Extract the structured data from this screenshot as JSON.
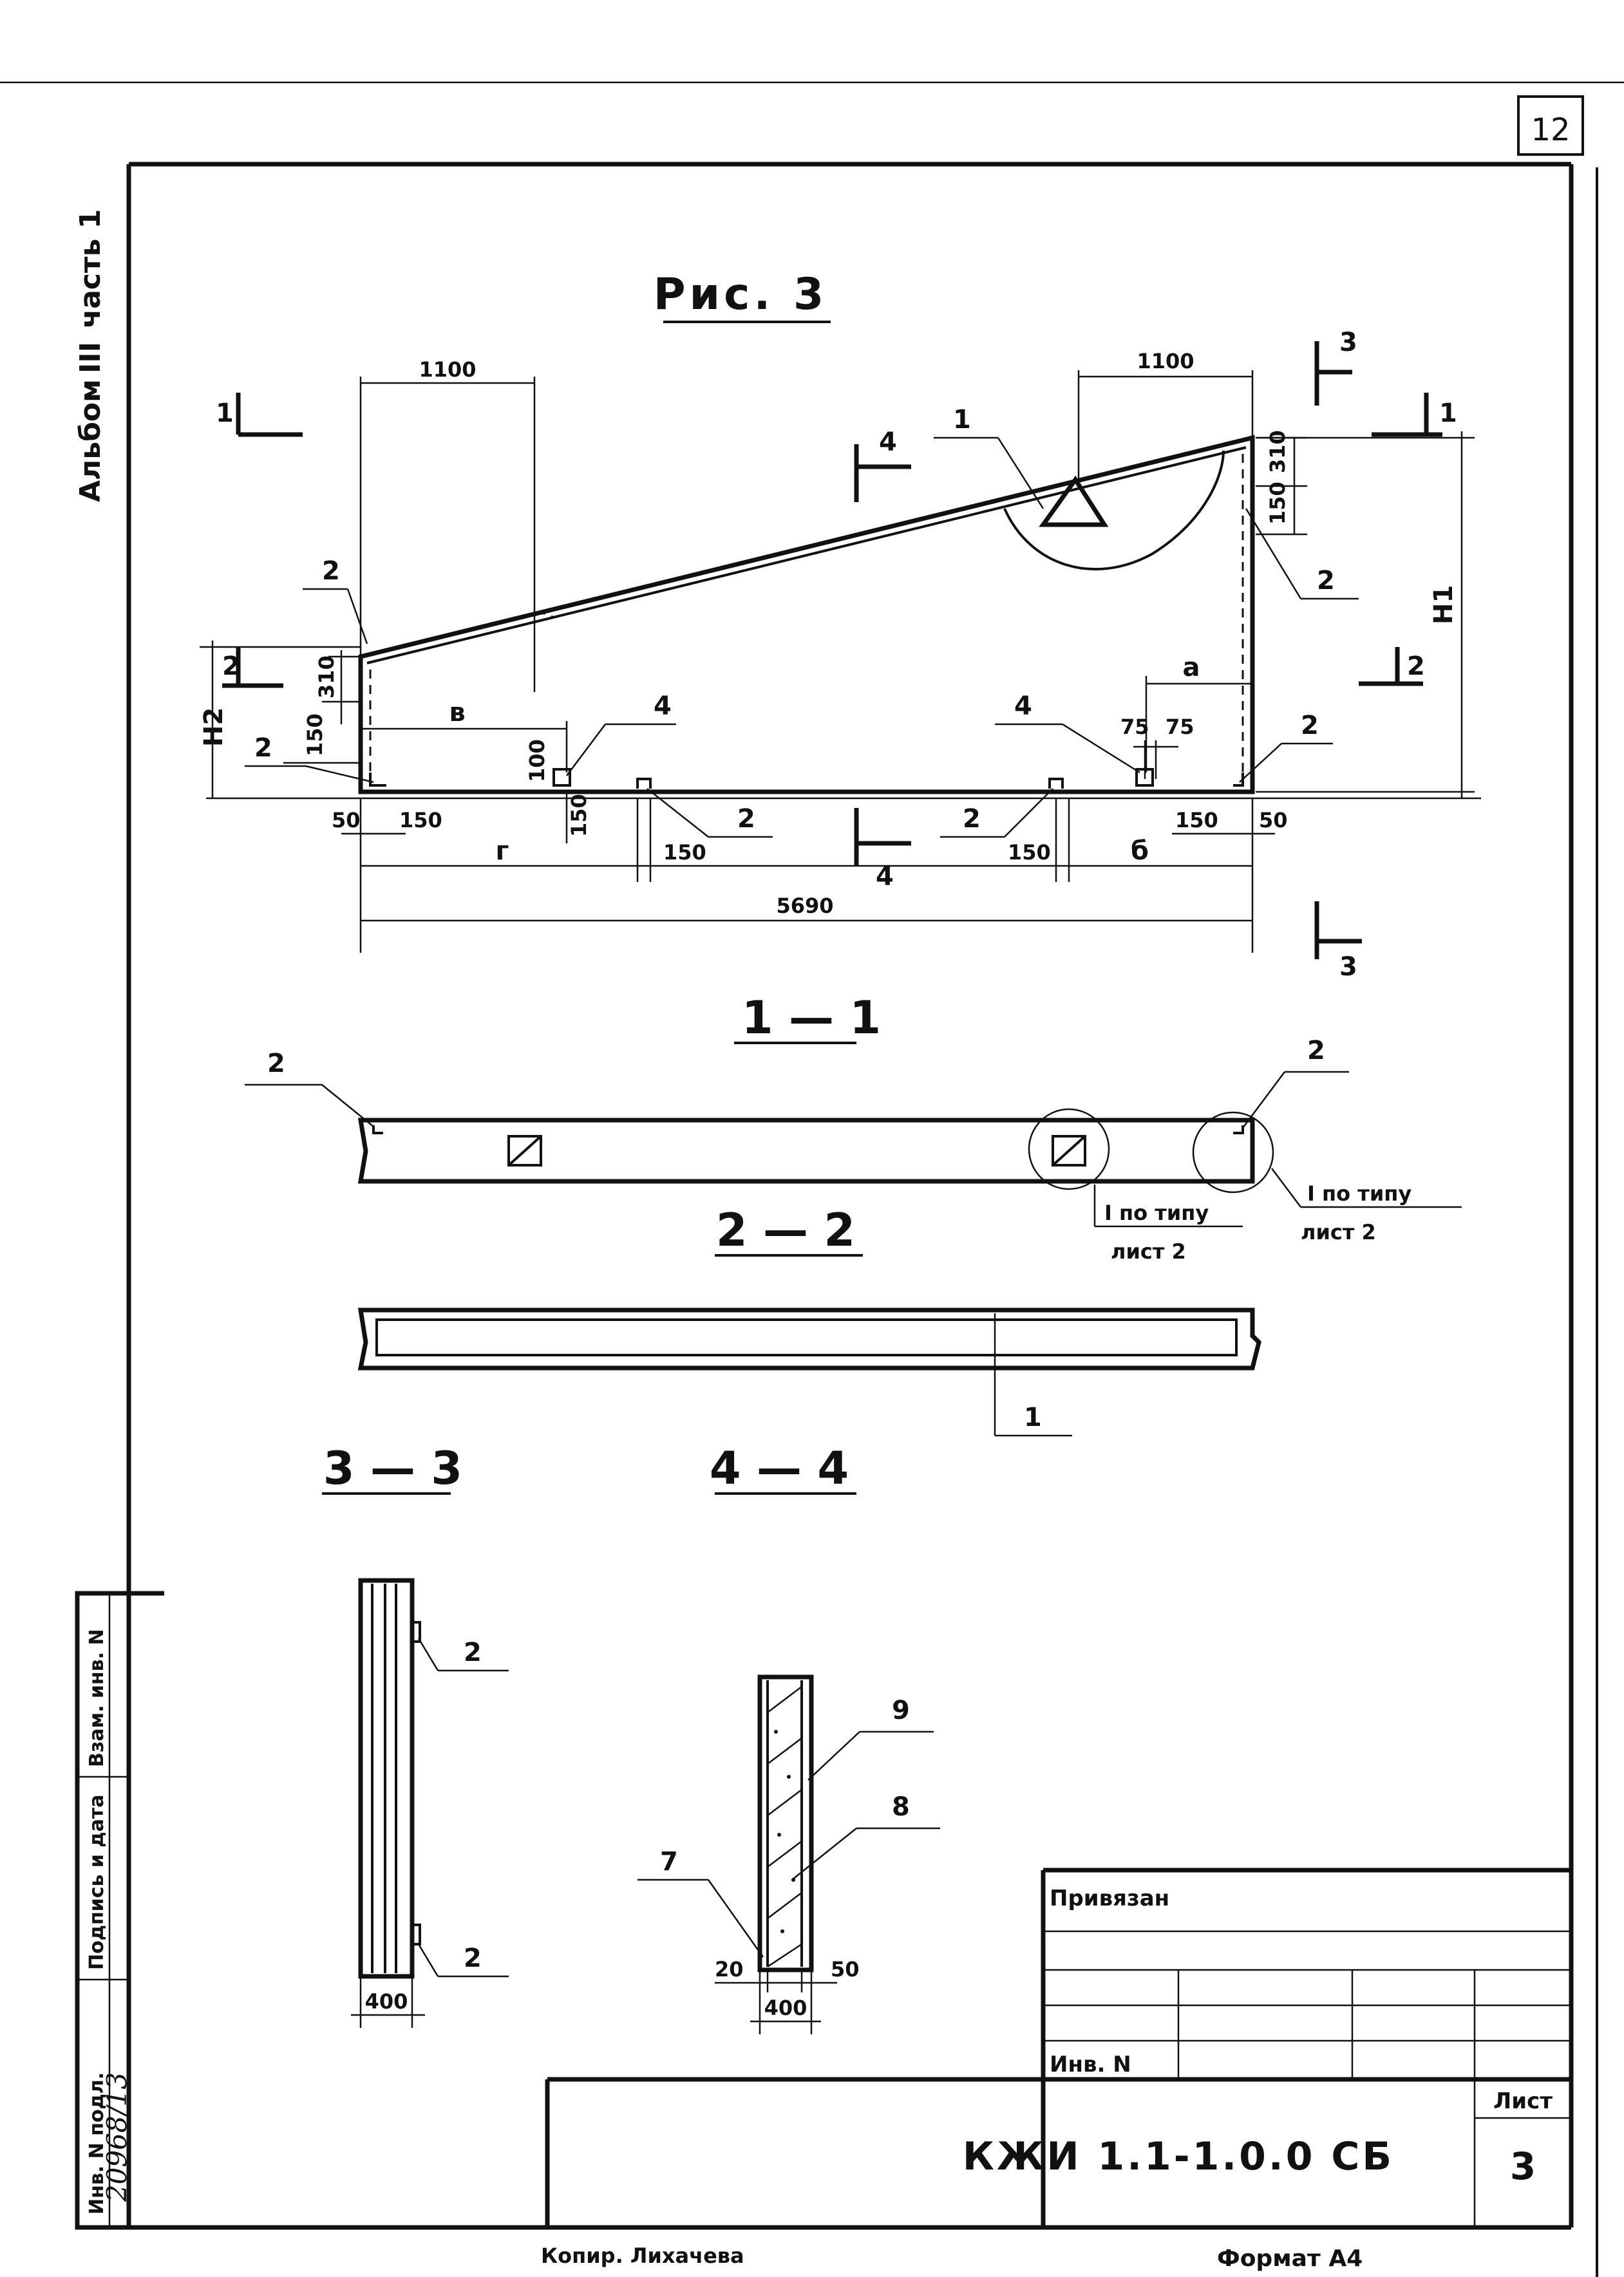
{
  "page_number": "12",
  "album_label": "Альбом",
  "album_number": "III",
  "album_part": "часть 1",
  "figure_title": "Рис. 3",
  "sections": {
    "s11": "1 — 1",
    "s22": "2 — 2",
    "s33": "3 — 3",
    "s44": "4 — 4"
  },
  "markers": {
    "m1": "1",
    "m2": "2",
    "m3": "3",
    "m4": "4"
  },
  "dims": {
    "d1100": "1100",
    "d310": "310",
    "d150": "150",
    "d50": "50",
    "d75": "75",
    "d5690": "5690",
    "d400": "400",
    "d20": "20",
    "h1": "H1",
    "h2": "H2",
    "a": "а",
    "b": "б",
    "v": "в",
    "g": "г"
  },
  "callouts": {
    "c1": "1",
    "c2": "2",
    "c4": "4",
    "c7": "7",
    "c8": "8",
    "c9": "9"
  },
  "detail_ref": {
    "line1": "I по типу",
    "line2": "лист 2"
  },
  "stamp": {
    "privyazan": "Привязан",
    "inv_n": "Инв. N",
    "list_label": "Лист",
    "list_number": "3",
    "doc_code": "КЖИ 1.1-1.0.0 СБ"
  },
  "side_stamp": {
    "inv_podl": "Инв. N подл.",
    "podpis": "Подпись и дата",
    "vzam": "Взам. инв. N",
    "inv_value": "20968/13"
  },
  "footer": {
    "copied": "Копир. Лихачева",
    "format": "Формат А4"
  }
}
